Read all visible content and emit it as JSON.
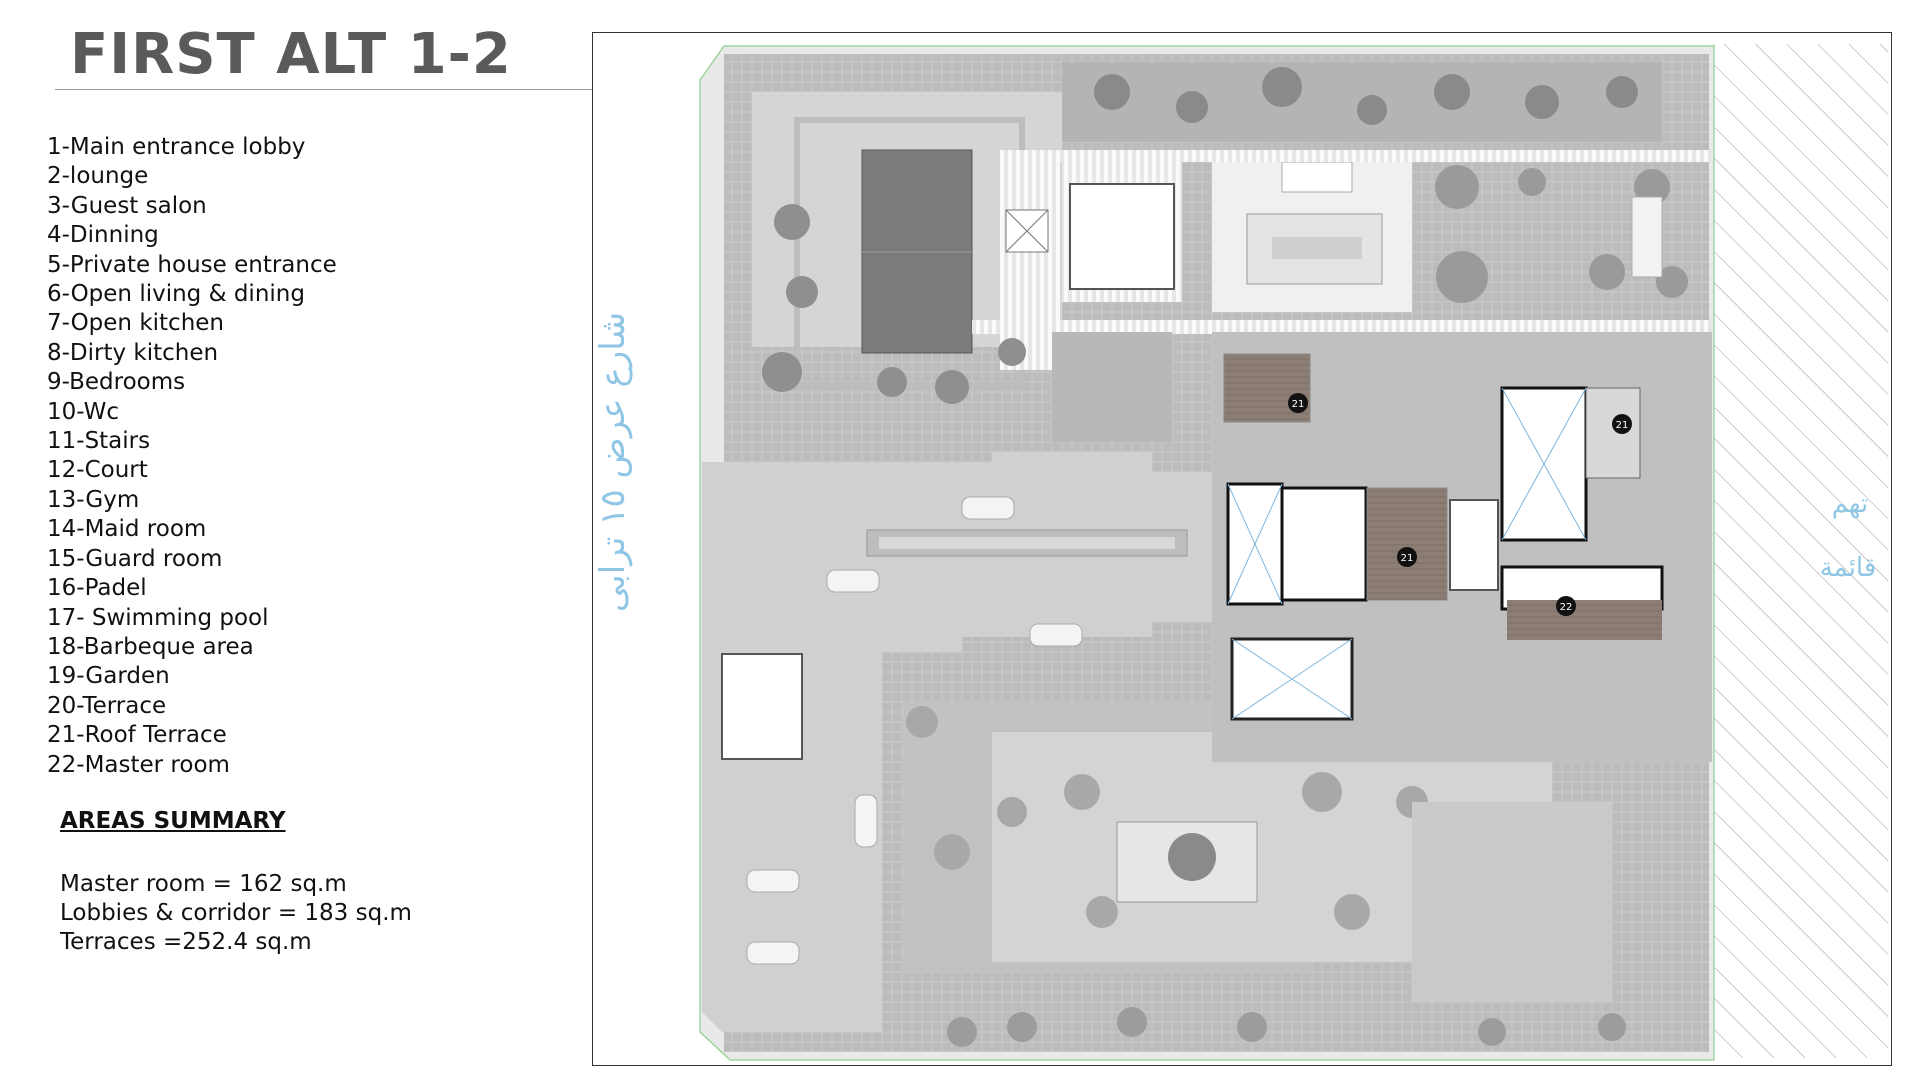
{
  "title": "FIRST ALT 1-2",
  "legend": [
    "1-Main entrance lobby",
    "2-lounge",
    "3-Guest salon",
    "4-Dinning",
    "5-Private house entrance",
    "6-Open living & dining",
    "7-Open kitchen",
    "8-Dirty kitchen",
    "9-Bedrooms",
    "10-Wc",
    "11-Stairs",
    "12-Court",
    "13-Gym",
    "14-Maid room",
    "15-Guard room",
    "16-Padel",
    "17- Swimming pool",
    "18-Barbeque area",
    "19-Garden",
    "20-Terrace",
    "21-Roof Terrace",
    "22-Master room"
  ],
  "areas_summary": {
    "heading": "AREAS SUMMARY",
    "items": [
      "Master room = 162 sq.m",
      "Lobbies & corridor = 183 sq.m",
      "Terraces =252.4 sq.m"
    ]
  },
  "plan": {
    "street_label": "شارع عرض ١٥ ترابى",
    "right_label_1": "تهم",
    "right_label_2": "قائمة",
    "markers": [
      "21",
      "21",
      "21",
      "22"
    ],
    "colors": {
      "paving": "#c8c8c8",
      "deck": "#8a7b70",
      "wall": "#111111",
      "street_text": "#8fc6e6",
      "marker": "#111111"
    }
  }
}
